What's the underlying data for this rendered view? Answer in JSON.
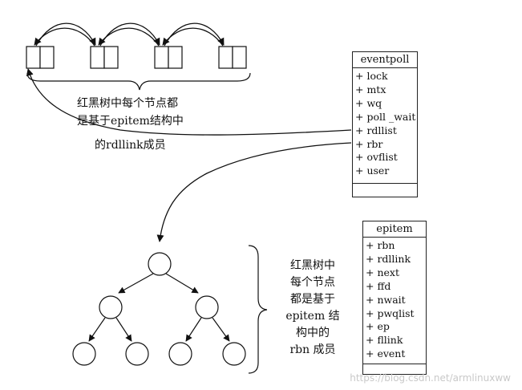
{
  "eventpoll": {
    "title": "eventpoll",
    "fields": [
      "+ lock",
      "+ mtx",
      "+ wq",
      "+ poll _wait",
      "+ rdllist",
      "+ rbr",
      "+ ovflist",
      "+ user"
    ]
  },
  "epitem": {
    "title": "epitem",
    "fields": [
      "+ rbn",
      "+ rdllink",
      "+ next",
      "+ ffd",
      "+ nwait",
      "+ pwqlist",
      "+ ep",
      "+ fllink",
      "+ event"
    ]
  },
  "list_note": {
    "line1": "红黑树中每个节点都",
    "line2": "是基于epitem结构中",
    "line3": "的rdllink成员"
  },
  "tree_note": {
    "lines": [
      "红黑树中",
      "每个节点",
      "都是基于",
      "epitem 结",
      "构中的",
      "rbn 成员"
    ]
  },
  "watermark": "https://blog.csdn.net/armlinuxww"
}
